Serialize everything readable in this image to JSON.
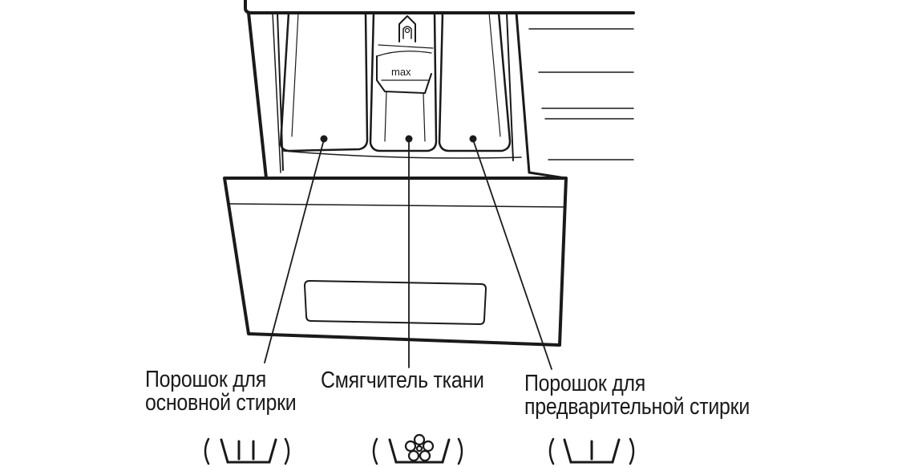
{
  "diagram": {
    "max_mark": "max",
    "labels": {
      "main_wash": {
        "line1": "Порошок для",
        "line2": "основной стирки"
      },
      "softener": {
        "line1": "Смягчитель ткани"
      },
      "prewash": {
        "line1": "Порошок для",
        "line2": "предварительной стирки"
      }
    },
    "symbols": {
      "main_wash": "compartment-II-icon",
      "softener": "flower-icon",
      "prewash": "compartment-I-icon"
    }
  }
}
